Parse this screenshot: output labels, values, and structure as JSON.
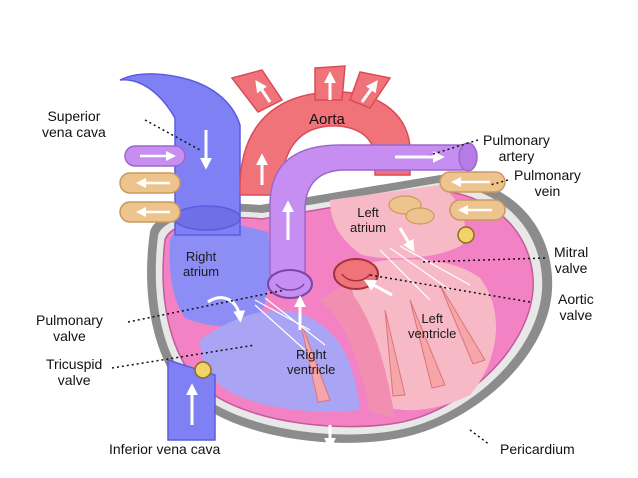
{
  "colors": {
    "vena_blue": "#7f80f3",
    "vena_blue_dark": "#5b5ce0",
    "artery_red": "#f0737a",
    "artery_red_dark": "#d94c57",
    "pulmonary_purple": "#c58ef0",
    "pulmonary_vein_tan": "#eec48e",
    "myocardium_pink": "#f282c4",
    "chamber_pink": "#f8b9c6",
    "pericardium_gray": "#8c8c8c"
  },
  "labels": {
    "superior_vena_cava": [
      "Superior",
      "vena  cava"
    ],
    "aorta": "Aorta",
    "pulmonary_artery": [
      "Pulmonary",
      "artery"
    ],
    "pulmonary_vein": [
      "Pulmonary",
      "vein"
    ],
    "left_atrium": [
      "Left",
      "atrium"
    ],
    "right_atrium": [
      "Right",
      "atrium"
    ],
    "mitral_valve": [
      "Mitral",
      "valve"
    ],
    "aortic_valve": [
      "Aortic",
      "valve"
    ],
    "pulmonary_valve": [
      "Pulmonary",
      "valve"
    ],
    "left_ventricle": [
      "Left",
      "ventricle"
    ],
    "tricuspid_valve": [
      "Tricuspid",
      "valve"
    ],
    "right_ventricle": [
      "Right",
      "ventricle"
    ],
    "inferior_vena_cava": "Inferior vena cava",
    "pericardium": "Pericardium"
  }
}
